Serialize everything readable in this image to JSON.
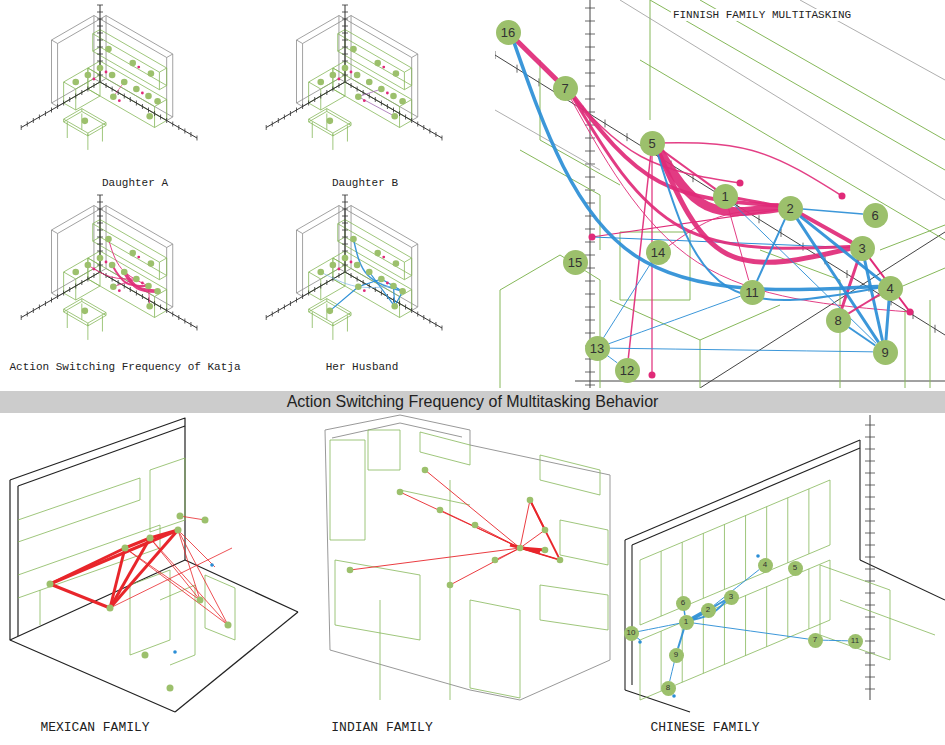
{
  "diagram": {
    "nodes": [
      {
        "text": [
          "16"
        ]
      },
      {
        "text": [
          "7"
        ]
      },
      {
        "text": [
          "5"
        ]
      },
      {
        "text": [
          "1"
        ]
      },
      {
        "text": [
          "2"
        ]
      },
      {
        "text": [
          "6"
        ]
      },
      {
        "text": [
          "3"
        ]
      },
      {
        "text": [
          "14"
        ]
      },
      {
        "text": [
          "15"
        ]
      },
      {
        "text": [
          "4"
        ]
      },
      {
        "text": [
          "11"
        ]
      },
      {
        "text": [
          "8"
        ]
      },
      {
        "text": [
          "13"
        ]
      },
      {
        "text": [
          "9"
        ]
      },
      {
        "text": [
          "12"
        ]
      },
      {
        "text": [
          "Action Switching Frequency of Multitasking Behavior"
        ]
      },
      {
        "text": [
          "4"
        ]
      },
      {
        "text": [
          "5"
        ]
      },
      {
        "text": [
          "3"
        ]
      },
      {
        "text": [
          "6"
        ]
      },
      {
        "text": [
          "2"
        ]
      },
      {
        "text": [
          "1"
        ]
      },
      {
        "text": [
          "10"
        ]
      },
      {
        "text": [
          "7"
        ]
      },
      {
        "text": [
          "11"
        ]
      },
      {
        "text": [
          "9"
        ]
      },
      {
        "text": [
          "8"
        ]
      }
    ],
    "edges": [
      {
        "from": 0,
        "to": 1,
        "arrow": "none"
      },
      {
        "from": 1,
        "to": 4,
        "arrow": "none"
      },
      {
        "from": 1,
        "to": 6,
        "arrow": "none"
      },
      {
        "from": 2,
        "to": 4,
        "arrow": "none"
      },
      {
        "from": 2,
        "to": 6,
        "arrow": "none"
      },
      {
        "from": 2,
        "to": 3,
        "arrow": "none"
      },
      {
        "from": 3,
        "to": 4,
        "arrow": "none"
      },
      {
        "from": 4,
        "to": 6,
        "arrow": "none"
      },
      {
        "from": 6,
        "to": 11,
        "arrow": "none"
      },
      {
        "from": 2,
        "to": 14,
        "arrow": "none"
      },
      {
        "from": 3,
        "to": 10,
        "arrow": "none"
      },
      {
        "from": 7,
        "to": 4,
        "arrow": "none"
      },
      {
        "from": 0,
        "to": 9,
        "arrow": "none"
      },
      {
        "from": 2,
        "to": 9,
        "arrow": "none"
      },
      {
        "from": 4,
        "to": 9,
        "arrow": "none"
      },
      {
        "from": 4,
        "to": 13,
        "arrow": "none"
      },
      {
        "from": 3,
        "to": 13,
        "arrow": "none"
      },
      {
        "from": 6,
        "to": 13,
        "arrow": "none"
      },
      {
        "from": 9,
        "to": 13,
        "arrow": "none"
      },
      {
        "from": 4,
        "to": 10,
        "arrow": "none"
      },
      {
        "from": 10,
        "to": 12,
        "arrow": "none"
      },
      {
        "from": 12,
        "to": 14,
        "arrow": "none"
      },
      {
        "from": 12,
        "to": 13,
        "arrow": "none"
      },
      {
        "from": 7,
        "to": 12,
        "arrow": "none"
      },
      {
        "from": 11,
        "to": 13,
        "arrow": "none"
      },
      {
        "from": 4,
        "to": 5,
        "arrow": "none"
      },
      {
        "from": 9,
        "to": 11,
        "arrow": "none"
      },
      {
        "from": 21,
        "to": 20,
        "arrow": "none"
      },
      {
        "from": 21,
        "to": 18,
        "arrow": "none"
      },
      {
        "from": 20,
        "to": 18,
        "arrow": "none"
      },
      {
        "from": 19,
        "to": 21,
        "arrow": "none"
      },
      {
        "from": 22,
        "to": 21,
        "arrow": "none"
      },
      {
        "from": 21,
        "to": 25,
        "arrow": "none"
      },
      {
        "from": 25,
        "to": 26,
        "arrow": "none"
      },
      {
        "from": 21,
        "to": 23,
        "arrow": "none"
      },
      {
        "from": 23,
        "to": 24,
        "arrow": "none"
      },
      {
        "from": 16,
        "to": 20,
        "arrow": "none"
      }
    ],
    "labels": [
      "Daughter A",
      "Daughter B",
      "Action Switching Frequency of Katja",
      "Her Husband",
      "FINNISH FAMILY MULTITASKING",
      "MEXICAN FAMILY",
      "INDIAN FAMILY",
      "CHINESE FAMILY"
    ]
  }
}
